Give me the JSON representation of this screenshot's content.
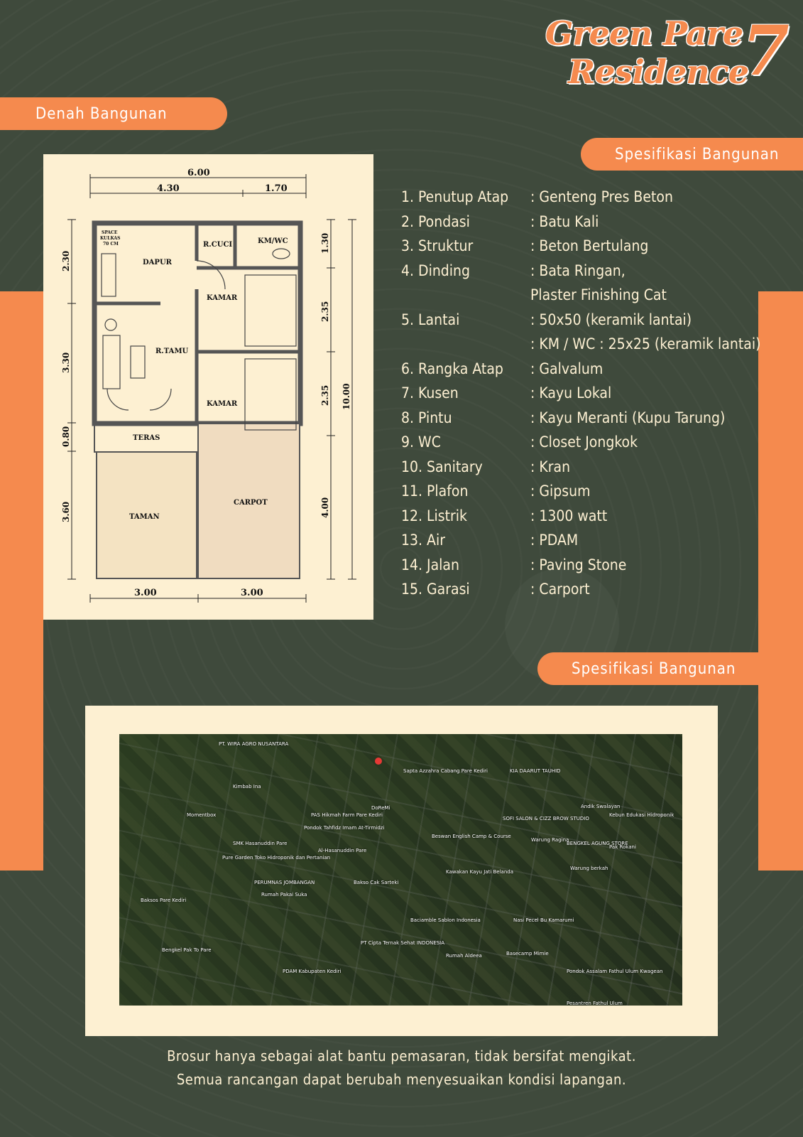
{
  "logo": {
    "line1": "Green Pare",
    "line2": "Residence",
    "number": "7"
  },
  "headers": {
    "denah": "Denah Bangunan",
    "spesifikasi": "Spesifikasi Bangunan",
    "lokasi": "Spesifikasi Bangunan"
  },
  "floor_plan": {
    "dims": {
      "total_width": "6.00",
      "top_left": "4.30",
      "top_right": "1.70",
      "bottom_left": "3.00",
      "bottom_right": "3.00",
      "left_1": "2.30",
      "left_2": "3.30",
      "left_3": "0.80",
      "left_4": "3.60",
      "right_1": "1.30",
      "right_2": "2.35",
      "right_3": "2.35",
      "right_4": "4.00",
      "total_height": "10.00"
    },
    "rooms": {
      "space": "SPACE",
      "kulkas": "KULKAS",
      "cm": "70 CM",
      "dapur": "DAPUR",
      "rcuci": "R.CUCI",
      "kmwc": "KM/WC",
      "kamar1": "KAMAR",
      "rtamu": "R.TAMU",
      "kamar2": "KAMAR",
      "teras": "TERAS",
      "taman": "TAMAN",
      "carpot": "CARPOT"
    }
  },
  "specs": [
    {
      "label": "1. Penutup Atap",
      "value": ": Genteng Pres Beton"
    },
    {
      "label": "2. Pondasi",
      "value": ": Batu Kali"
    },
    {
      "label": "3. Struktur",
      "value": ": Beton Bertulang"
    },
    {
      "label": "4. Dinding",
      "value": ": Bata Ringan,"
    },
    {
      "label": "",
      "value": "  Plaster Finishing Cat"
    },
    {
      "label": "5. Lantai",
      "value": ": 50x50 (keramik lantai)"
    },
    {
      "label": "",
      "value": ": KM / WC : 25x25 (keramik lantai)"
    },
    {
      "label": "6. Rangka Atap",
      "value": ": Galvalum"
    },
    {
      "label": "7. Kusen",
      "value": ": Kayu Lokal"
    },
    {
      "label": "8. Pintu",
      "value": ": Kayu Meranti (Kupu Tarung)"
    },
    {
      "label": "9. WC",
      "value": ": Closet Jongkok"
    },
    {
      "label": "10. Sanitary",
      "value": ": Kran"
    },
    {
      "label": "11. Plafon",
      "value": ": Gipsum"
    },
    {
      "label": "12. Listrik",
      "value": ": 1300 watt"
    },
    {
      "label": "13. Air",
      "value": ": PDAM"
    },
    {
      "label": "14. Jalan",
      "value": ": Paving Stone"
    },
    {
      "label": "15. Garasi",
      "value": ": Carport"
    }
  ],
  "map_labels": [
    "PT. WIRA AGRO NUSANTARA",
    "Kimbab Ina",
    "Momentbox",
    "PAS Hikmah Farm Pare Kediri",
    "Pondok Tahfidz Imam At-Tirmidzi",
    "SMK Hasanuddin Pare",
    "Al-Hasanuddin Pare",
    "DoReMi",
    "Sapta Azzahra Cabang Pare Kediri",
    "KIA DAARUT TAUHID",
    "SOFI SALON & CIZZ BROW STUDIO",
    "Beswan English Camp & Course",
    "Warung Ragina",
    "Kawakan Kayu Jati Belanda",
    "Andik Swalayan",
    "Kebun Edukasi Hidroponik",
    "BENGKEL AGUNG STORE",
    "Pak Rokani",
    "Warung berkah",
    "Pure Garden Toko Hidroponik dan Pertanian",
    "PERUMNAS JOMBANGAN",
    "Rumah Pakai Suka",
    "Bakso Cak Sarteki",
    "Baciamble Sablon Indonesia",
    "Nasi Pecel Bu Kamarumi",
    "Bengkel Pak To Pare",
    "PT Cipta Ternak Sehat INDONESIA",
    "Basecamp Mimie",
    "Rumah Aldeea",
    "PDAM Kabupaten Kediri",
    "Pondok Assalam Fathul Ulum Kwagean",
    "Pesantren Fathul Ulum",
    "Baksos Pare Kediri"
  ],
  "disclaimer": {
    "line1": "Brosur hanya sebagai alat bantu pemasaran, tidak bersifat mengikat.",
    "line2": "Semua rancangan dapat berubah menyesuaikan kondisi lapangan."
  },
  "colors": {
    "background": "#3f4a3c",
    "accent": "#f58a4e",
    "cream": "#fdf0d2"
  }
}
